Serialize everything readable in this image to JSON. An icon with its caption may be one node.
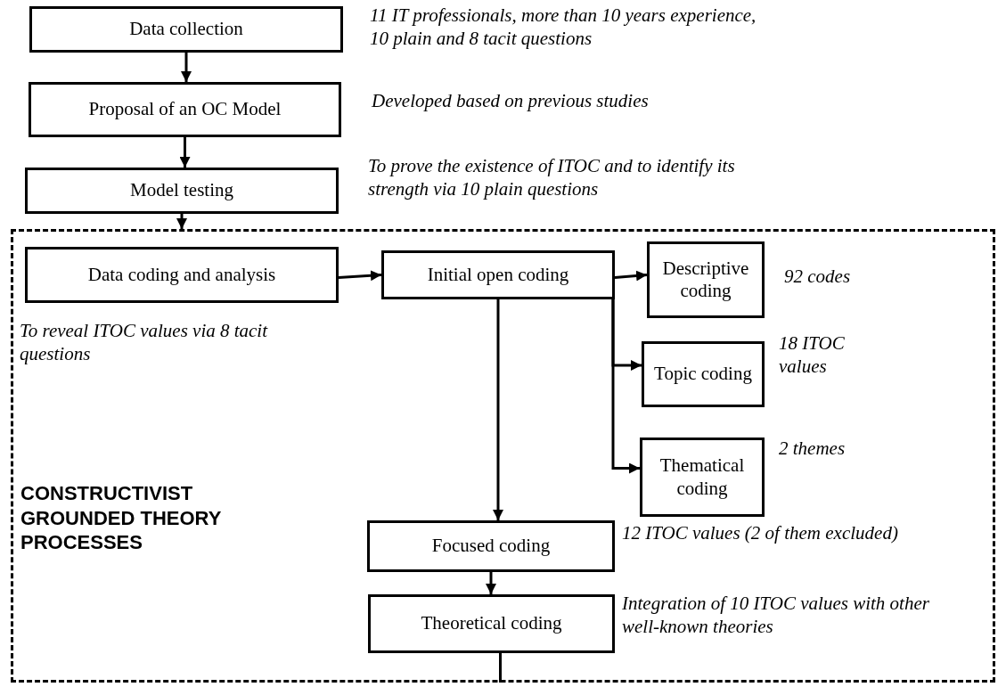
{
  "diagram": {
    "nodes": [
      {
        "text": [
          "Data collection"
        ],
        "beside": [
          "11 IT professionals, more than 10 years experience, 10 plain and 8 tacit questions"
        ]
      },
      {
        "text": [
          "Proposal of an OC Model"
        ],
        "beside": [
          "Developed based on previous studies"
        ]
      },
      {
        "text": [
          "Model testing"
        ],
        "beside": [
          "To prove the existence of ITOC and to identify its strength via 10 plain questions"
        ]
      },
      {
        "text": [
          "CONSTRUCTIVIST GROUNDED THEORY PROCESSES"
        ]
      },
      {
        "text": [
          "Data coding and analysis"
        ],
        "in": 3,
        "beside": [
          "To reveal ITOC values via 8 tacit questions"
        ]
      },
      {
        "text": [
          "Initial open coding"
        ],
        "in": 3
      },
      {
        "text": [
          "Descriptive coding"
        ],
        "in": 3,
        "beside": [
          "92 codes"
        ]
      },
      {
        "text": [
          "Topic coding"
        ],
        "in": 3,
        "beside": [
          "18 ITOC values"
        ]
      },
      {
        "text": [
          "Thematical coding"
        ],
        "in": 3,
        "beside": [
          "2 themes"
        ]
      },
      {
        "text": [
          "Focused coding"
        ],
        "in": 3,
        "beside": [
          "12 ITOC values (2 of them excluded)"
        ]
      },
      {
        "text": [
          "Theoretical coding"
        ],
        "in": 3,
        "beside": [
          "Integration of 10 ITOC values with other well-known theories"
        ]
      }
    ],
    "edges": [
      {
        "from": 0,
        "to": 1,
        "arrow": "to"
      },
      {
        "from": 1,
        "to": 2,
        "arrow": "to"
      },
      {
        "from": 2,
        "to": 3,
        "arrow": "to"
      },
      {
        "from": 4,
        "to": 5,
        "arrow": "to"
      },
      {
        "from": 5,
        "to": 6,
        "arrow": "to"
      },
      {
        "from": 5,
        "to": 7,
        "arrow": "to"
      },
      {
        "from": 5,
        "to": 8,
        "arrow": "to"
      },
      {
        "from": 5,
        "to": 9,
        "arrow": "to"
      },
      {
        "from": 9,
        "to": 10,
        "arrow": "to"
      },
      {
        "from": 10,
        "to": null,
        "arrow": "none"
      }
    ]
  }
}
